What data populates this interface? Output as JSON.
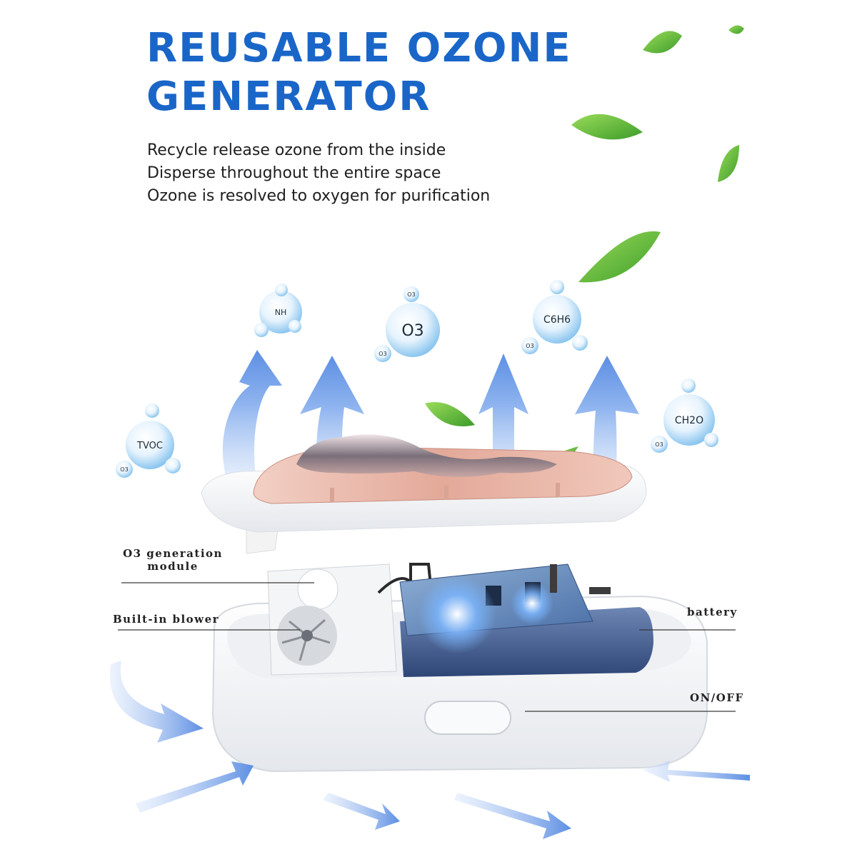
{
  "title": {
    "line1": "REUSABLE OZONE",
    "line2": "GENERATOR"
  },
  "description": [
    "Recycle release ozone from the inside",
    "Disperse throughout the entire space",
    "Ozone is resolved to oxygen for purification"
  ],
  "molecules": {
    "nh": "NH",
    "o3": "O3",
    "c6h6": "C6H6",
    "tvoc": "TVOC",
    "ch2o": "CH2O",
    "small": "O3"
  },
  "callouts": {
    "o3_module_line1": "O3 generation",
    "o3_module_line2": "module",
    "blower": "Built-in blower",
    "battery": "battery",
    "switch": "ON/OFF"
  },
  "colors": {
    "title": "#1a66c8",
    "arrow": "#6f9ee8",
    "leaf": "#5cbf3a",
    "lid": "#e8b6a8",
    "battery": "#3f5a8c"
  }
}
